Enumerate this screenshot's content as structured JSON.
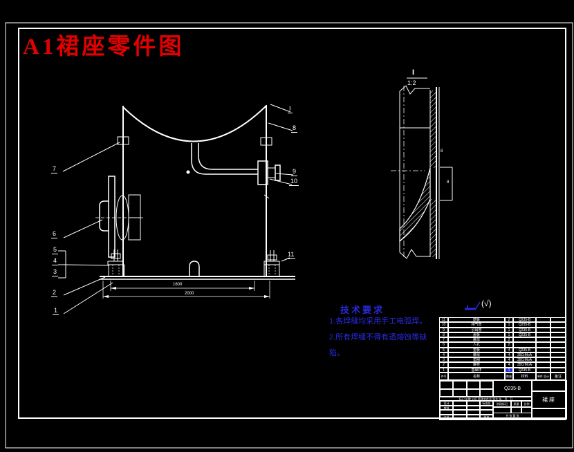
{
  "title": "A1裙座零件图",
  "tech": {
    "heading": "技术要求",
    "line1": "1.各焊缝均采用手工电弧焊。",
    "line2": "2.所有焊缝不得有透熔蚀等缺",
    "line3": "陷。"
  },
  "rough": {
    "rest": "(√)"
  },
  "labels": {
    "i": "I",
    "p1": "1",
    "p2": "2",
    "p3": "3",
    "p4": "4",
    "p5": "5",
    "p6": "6",
    "p7": "7",
    "p8": "8",
    "p9": "9",
    "p10": "10",
    "p11": "11"
  },
  "detail": {
    "label": "I",
    "scale": "1:2",
    "t1": "8",
    "t2": "8"
  },
  "dims": {
    "d1": "1600",
    "d2": "2000"
  },
  "parts": {
    "headers": {
      "no": "件号",
      "name": "名称",
      "qty": "数量",
      "material": "材料",
      "weight": "单件 总计",
      "remark": "备注"
    },
    "rows": [
      {
        "no": "11",
        "name": "筋板",
        "qty": "2",
        "material": "Q235-B"
      },
      {
        "no": "10",
        "name": "排气管",
        "qty": "1",
        "material": "Q235-B"
      },
      {
        "no": "9",
        "name": "引出管",
        "qty": "1",
        "material": "Q235-B"
      },
      {
        "no": "8",
        "name": "盖板",
        "qty": "1",
        "material": "Q235-B"
      },
      {
        "no": "7",
        "name": "螺母",
        "qty": "2",
        "material": ""
      },
      {
        "no": "6",
        "name": "人孔",
        "qty": "2",
        "material": ""
      },
      {
        "no": "5",
        "name": "垫板",
        "qty": "4",
        "material": "Q235-B"
      },
      {
        "no": "4",
        "name": "螺母",
        "qty": "4",
        "material": "35CrMoA"
      },
      {
        "no": "3",
        "name": "垫圈",
        "qty": "4",
        "material": "35CrMoA"
      },
      {
        "no": "2",
        "name": "螺栓",
        "qty": "4",
        "material": "35CrMoA"
      },
      {
        "no": "1",
        "name": "基础环",
        "qty": "1",
        "material": "Q235-B"
      }
    ]
  },
  "tb": {
    "material": "Q235-B",
    "part_name": "裙座",
    "change_row": "标记 处数 分区 更改文件号 签名 年、月、日",
    "design": "设计",
    "check": "审核",
    "process": "工艺",
    "standard": "标准化",
    "approve": "批准",
    "stage": "阶段标记",
    "mass": "质量",
    "scale_lbl": "比例",
    "sheets": "共 张 第 张"
  },
  "colors": {
    "background": "#000000",
    "line": "#ffffff",
    "title_red": "#e40000",
    "note_blue": "#2a2ae0"
  }
}
